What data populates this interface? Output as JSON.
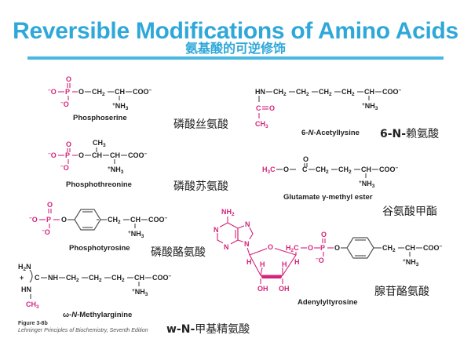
{
  "header": {
    "title": "Reversible Modifications of Amino Acids",
    "subtitle": "氨基酸的可逆修饰"
  },
  "colors": {
    "title": "#2fa8d9",
    "modification_highlight": "#d4237b",
    "structure": "#222222"
  },
  "structures": [
    {
      "id": "phosphoserine",
      "name": "Phosphoserine",
      "chinese_name": "磷酸丝氨酸",
      "formula": "⁻O–P(=O)(O⁻)–O–CH₂–CH(⁺NH₃)–COO⁻"
    },
    {
      "id": "phosphothreonine",
      "name": "Phosphothreonine",
      "chinese_name": "磷酸苏氨酸",
      "formula": "⁻O–P(=O)(O⁻)–O–CH(CH₃)–CH(⁺NH₃)–COO⁻"
    },
    {
      "id": "phosphotyrosine",
      "name": "Phosphotyrosine",
      "chinese_name": "磷酸酪氨酸",
      "formula": "⁻O–P(=O)(O⁻)–O–C₆H₄–CH₂–CH(⁺NH₃)–COO⁻"
    },
    {
      "id": "methylarginine",
      "name_prefix": "ω-",
      "name_italic": "N",
      "name_rest": "-Methylarginine",
      "chinese_prefix": "w-N-",
      "chinese_name": "甲基精氨酸",
      "formula": "H₂N(+)C(HN–CH₃)–NH–CH₂–CH₂–CH₂–CH(⁺NH₃)–COO⁻"
    },
    {
      "id": "acetyllysine",
      "name_prefix": "6-",
      "name_italic": "N",
      "name_rest": "-Acetyllysine",
      "chinese_prefix": "6-N-",
      "chinese_name": "赖氨酸",
      "formula": "CH₃–C(=O)–HN–CH₂–CH₂–CH₂–CH₂–CH(⁺NH₃)–COO⁻"
    },
    {
      "id": "glutamate_methyl_ester",
      "name": "Glutamate γ-methyl ester",
      "chinese_name": "谷氨酸甲酯",
      "formula": "H₃C–O–C(=O)–CH₂–CH₂–CH(⁺NH₃)–COO⁻"
    },
    {
      "id": "adenylyltyrosine",
      "name": "Adenylyltyrosine",
      "chinese_name": "腺苷酪氨酸",
      "formula": "Adenosine–H₂C–O–P(=O)(O⁻)–O–C₆H₄–CH₂–CH(⁺NH₃)–COO⁻"
    }
  ],
  "atoms": {
    "O": "O",
    "P": "P",
    "Om": "⁻O",
    "CH2": "CH",
    "CH": "CH",
    "COO": "COO",
    "minus": "⁻",
    "NH3": "NH",
    "plus": "+",
    "three": "3",
    "two": "2",
    "CH3": "CH",
    "HN": "HN",
    "C": "C",
    "H3C": "H",
    "NH2": "NH",
    "N": "N",
    "H": "H",
    "OH": "OH",
    "H2C": "H",
    "NH": "NH",
    "H2N": "H"
  },
  "footer": {
    "figure_number": "Figure 3-8b",
    "source": "Lehninger Principles of Biochemistry, Seventh Edition"
  }
}
